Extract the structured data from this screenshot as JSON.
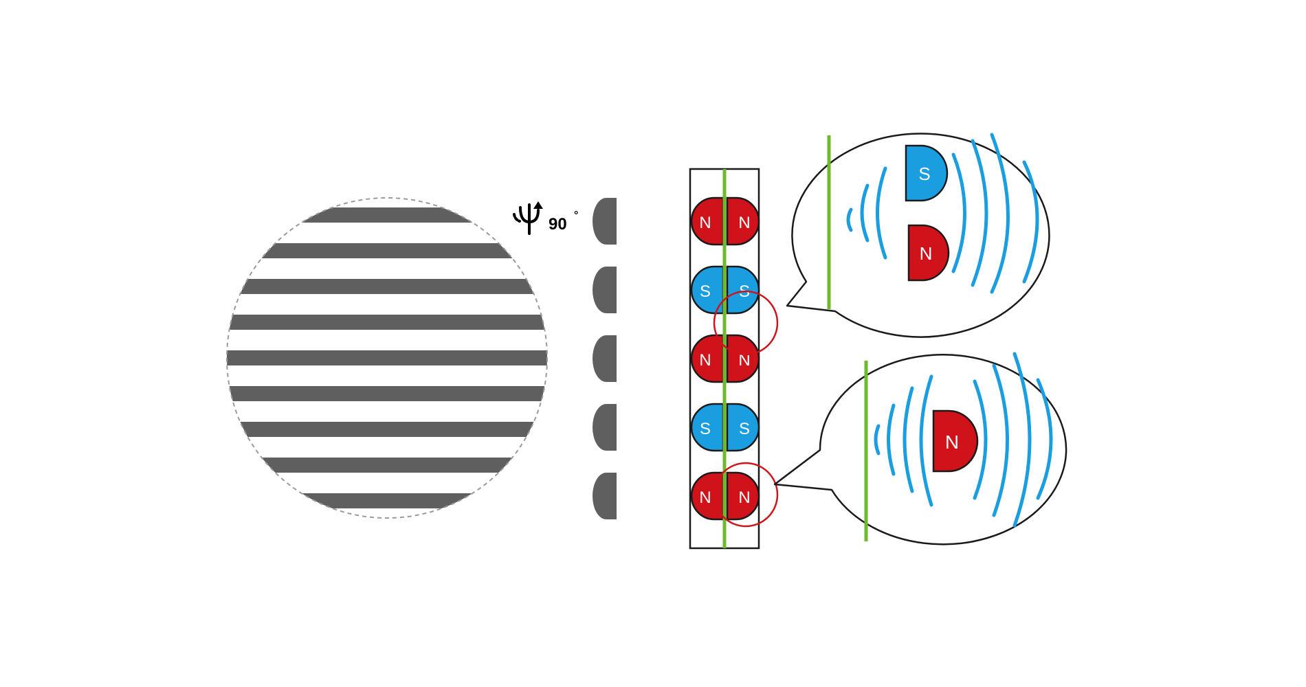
{
  "rotation": {
    "label": "90",
    "degree_sign": "°"
  },
  "array_poles": [
    [
      "N",
      "N"
    ],
    [
      "S",
      "S"
    ],
    [
      "N",
      "N"
    ],
    [
      "S",
      "S"
    ],
    [
      "N",
      "N"
    ]
  ],
  "callout_upper": {
    "poles": [
      "S",
      "N"
    ]
  },
  "callout_lower": {
    "pole": "N"
  },
  "colors": {
    "north": "#d0121b",
    "south": "#1a9ee0",
    "divider": "#6fba2c",
    "field_lines": "#1a9ee0",
    "stripes": "#5f5f5f",
    "highlight_circle": "#d0121b",
    "outline": "#1a1a1a"
  }
}
